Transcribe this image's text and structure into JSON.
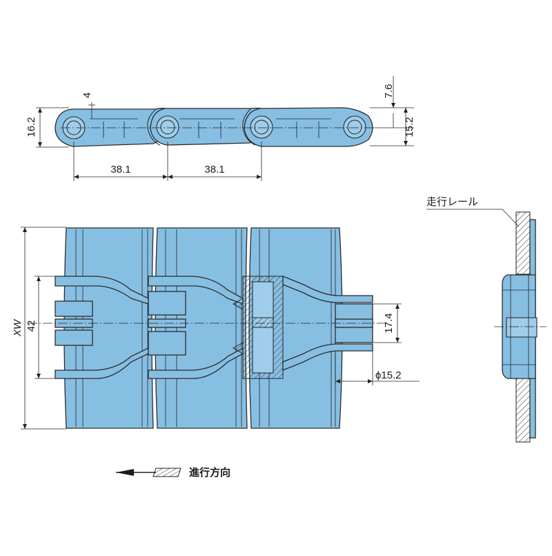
{
  "labels": {
    "pin_hole_dim": "4",
    "height_dim": "16.2",
    "top_offset_dim": "7.6",
    "upper_height_dim": "15.2",
    "pitch_dim_1": "38.1",
    "pitch_dim_2": "38.1",
    "width_dim": "XW",
    "hinge_width_dim": "42",
    "center_gap_dim": "17.4",
    "pin_diameter_dim": "ϕ15.2",
    "rail_label": "走行レール",
    "direction_label": "進行方向"
  },
  "colors": {
    "plate_fill": "#87bfe3",
    "outline": "#2b2b2b"
  }
}
